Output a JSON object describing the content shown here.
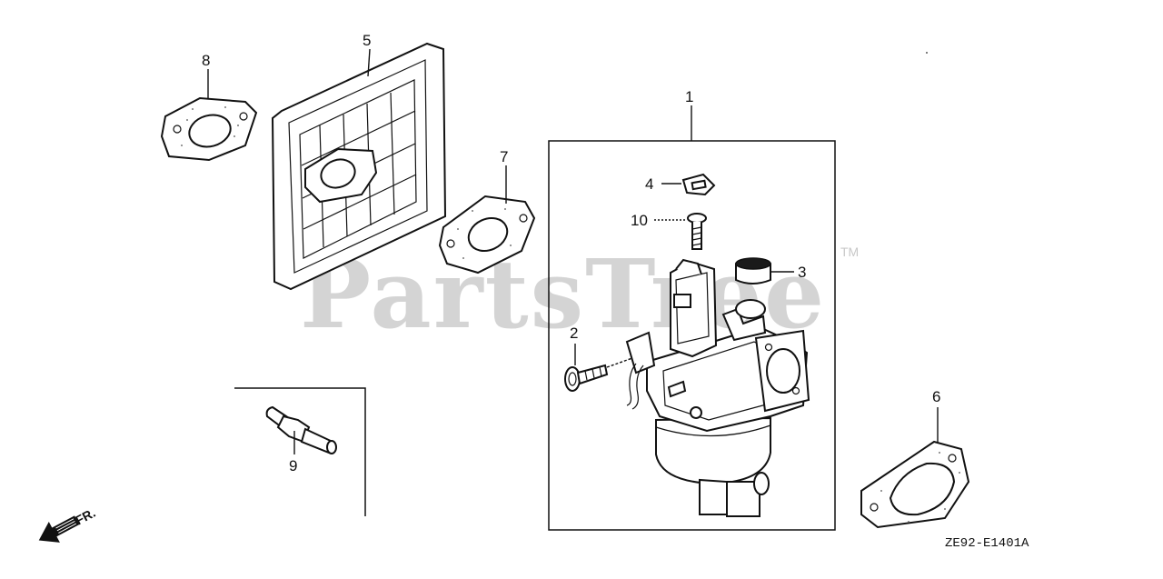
{
  "watermark": {
    "text": "PartsTree",
    "trademark": "TM"
  },
  "callouts": {
    "c1": "1",
    "c2": "2",
    "c3": "3",
    "c4": "4",
    "c5": "5",
    "c6": "6",
    "c7": "7",
    "c8": "8",
    "c9": "9",
    "c10": "10"
  },
  "front_indicator": {
    "label": "FR."
  },
  "diagram_code": "ZE92-E1401A",
  "parts": [
    {
      "ref": "1",
      "name": "carburetor"
    },
    {
      "ref": "2",
      "name": "screw"
    },
    {
      "ref": "3",
      "name": "cap"
    },
    {
      "ref": "4",
      "name": "knob"
    },
    {
      "ref": "5",
      "name": "insulator plate"
    },
    {
      "ref": "6",
      "name": "gasket"
    },
    {
      "ref": "7",
      "name": "gasket"
    },
    {
      "ref": "8",
      "name": "gasket"
    },
    {
      "ref": "9",
      "name": "fitting"
    },
    {
      "ref": "10",
      "name": "screw"
    }
  ]
}
